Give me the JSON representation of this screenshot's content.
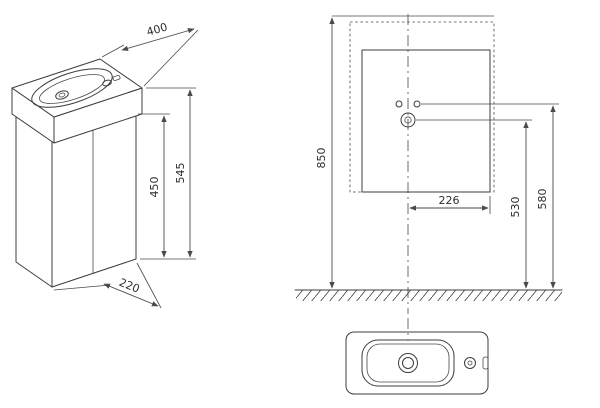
{
  "dims": {
    "iso": {
      "width": "400",
      "total_height": "545",
      "cabinet_height": "450",
      "depth": "220"
    },
    "elevation": {
      "mount_height": "850",
      "drain_offset": "226",
      "drain_height": "530",
      "supply_height": "580"
    }
  },
  "colors": {
    "line": "#3c3c3c",
    "dimension_line": "#4a4a4a",
    "text": "#2d2d2d",
    "background": "#ffffff"
  }
}
